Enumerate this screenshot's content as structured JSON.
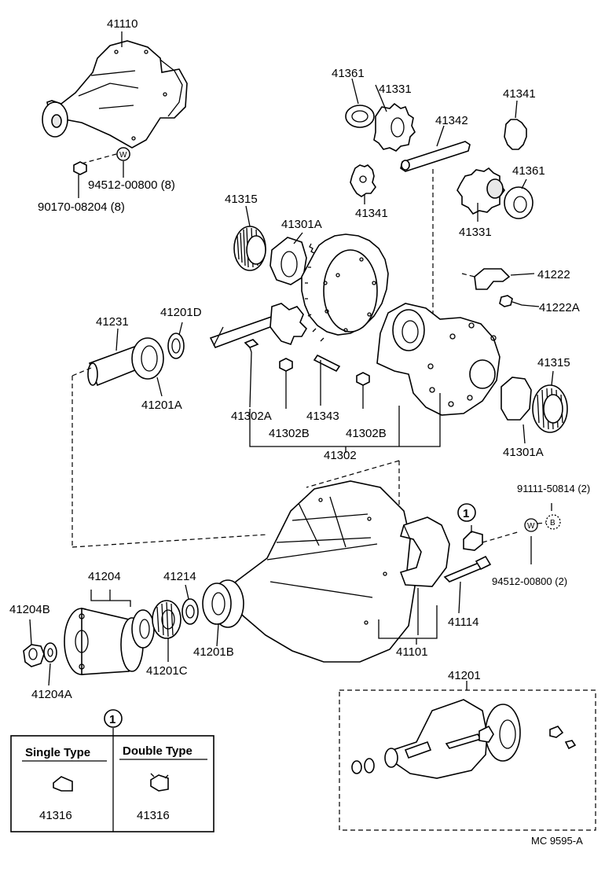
{
  "labels": {
    "l41110": "41110",
    "l94512_00800_8": "94512-00800 (8)",
    "l90170_08204_8": "90170-08204 (8)",
    "l41361_top": "41361",
    "l41331_top": "41331",
    "l41342": "41342",
    "l41341_top": "41341",
    "l41341_mid": "41341",
    "l41361_right": "41361",
    "l41331_right": "41331",
    "l41315_left": "41315",
    "l41301A_top": "41301A",
    "l41222": "41222",
    "l41222A": "41222A",
    "l41231": "41231",
    "l41201D": "41201D",
    "l41315_right": "41315",
    "l41201A": "41201A",
    "l41302A": "41302A",
    "l41343": "41343",
    "l41302B_left": "41302B",
    "l41302B_right": "41302B",
    "l41302": "41302",
    "l41301A_bottom": "41301A",
    "l91111_50814_2": "91111-50814 (2)",
    "l94512_00800_2": "94512-00800 (2)",
    "l41204": "41204",
    "l41214": "41214",
    "l41204B": "41204B",
    "l41201B": "41201B",
    "l41201C": "41201C",
    "l41204A": "41204A",
    "l41114": "41114",
    "l41101": "41101",
    "l41201": "41201",
    "callout_1_top": "1",
    "callout_1_bottom": "1",
    "washer_w1": "W",
    "washer_w2": "W",
    "washer_b": "B",
    "diagram_code": "MC  9595-A"
  },
  "table": {
    "single_type_header": "Single Type",
    "double_type_header": "Double Type",
    "single_type_part": "41316",
    "double_type_part": "41316"
  }
}
